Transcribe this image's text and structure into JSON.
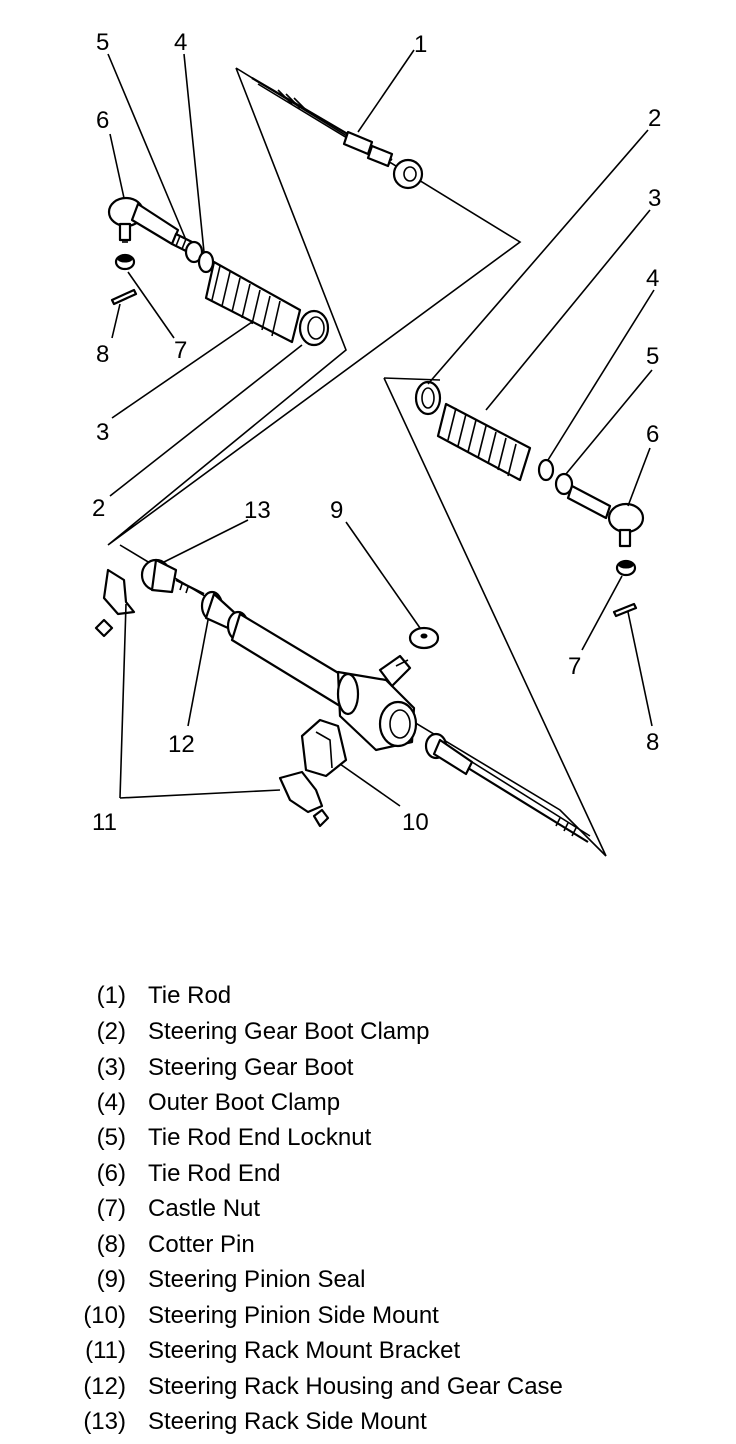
{
  "diagram": {
    "callouts": {
      "left_assembly": [
        "5",
        "4",
        "6",
        "8",
        "7",
        "3",
        "2"
      ],
      "tie_rod": "1",
      "right_assembly": [
        "2",
        "3",
        "4",
        "5",
        "6",
        "7",
        "8"
      ],
      "rack": [
        "13",
        "9",
        "12",
        "11",
        "10"
      ]
    }
  },
  "legend": [
    {
      "num": "(1)",
      "text": "Tie Rod"
    },
    {
      "num": "(2)",
      "text": "Steering Gear Boot Clamp"
    },
    {
      "num": "(3)",
      "text": "Steering Gear Boot"
    },
    {
      "num": "(4)",
      "text": "Outer Boot Clamp"
    },
    {
      "num": "(5)",
      "text": "Tie Rod End Locknut"
    },
    {
      "num": "(6)",
      "text": "Tie Rod End"
    },
    {
      "num": "(7)",
      "text": "Castle Nut"
    },
    {
      "num": "(8)",
      "text": "Cotter Pin"
    },
    {
      "num": "(9)",
      "text": "Steering Pinion Seal"
    },
    {
      "num": "(10)",
      "text": "Steering Pinion Side Mount"
    },
    {
      "num": "(11)",
      "text": "Steering Rack Mount Bracket"
    },
    {
      "num": "(12)",
      "text": "Steering Rack Housing and Gear Case"
    },
    {
      "num": "(13)",
      "text": "Steering Rack Side Mount"
    }
  ]
}
